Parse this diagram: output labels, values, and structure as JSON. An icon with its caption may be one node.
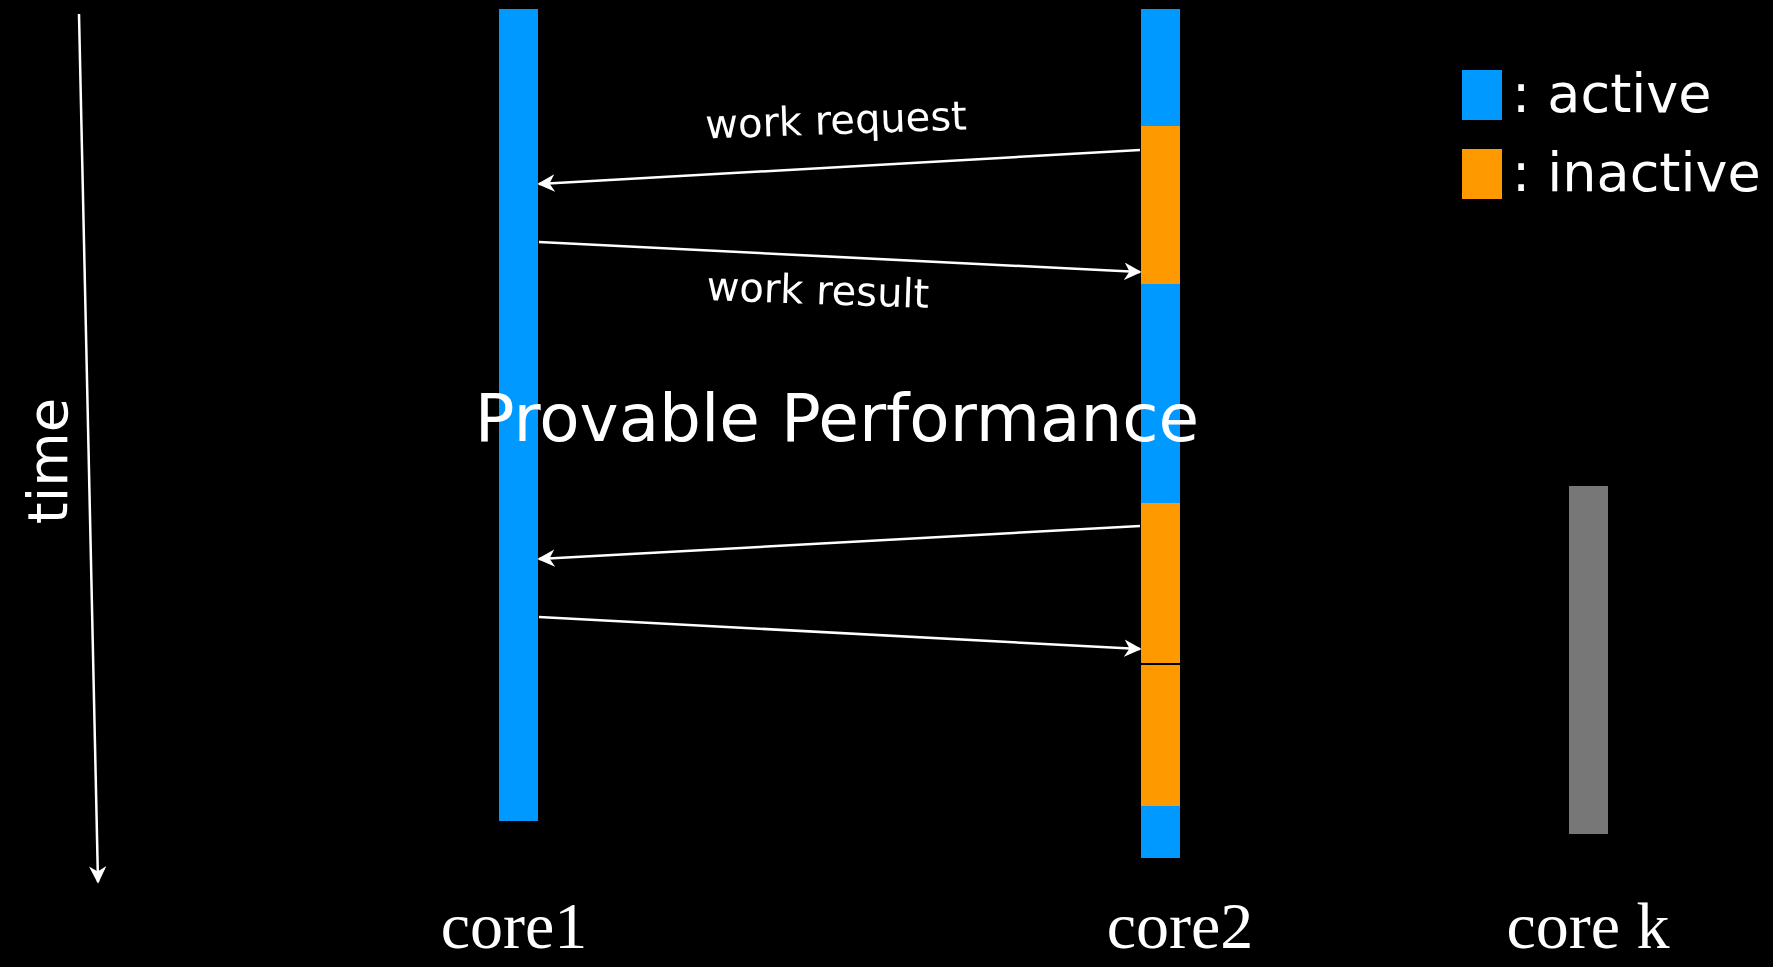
{
  "diagram": {
    "title": "Provable Performance",
    "nodes": [
      {
        "text": [],
        "shape": "bar",
        "beside": [
          "core1"
        ]
      },
      {
        "text": [],
        "shape": "bar",
        "beside": [
          "core2"
        ]
      },
      {
        "text": [],
        "shape": "bar",
        "beside": [
          "core k"
        ]
      }
    ],
    "edges": [
      {
        "from": 1,
        "to": 0,
        "arrow": "to",
        "label": "work request"
      },
      {
        "from": 0,
        "to": 1,
        "arrow": "to",
        "label": "work result"
      },
      {
        "from": 1,
        "to": 0,
        "arrow": "to"
      },
      {
        "from": 0,
        "to": 1,
        "arrow": "to"
      }
    ],
    "labels": [
      "time"
    ],
    "legend": [
      {
        "text": ": active",
        "color": "#0099ff"
      },
      {
        "text": ": inactive",
        "color": "#ff9900"
      }
    ]
  }
}
